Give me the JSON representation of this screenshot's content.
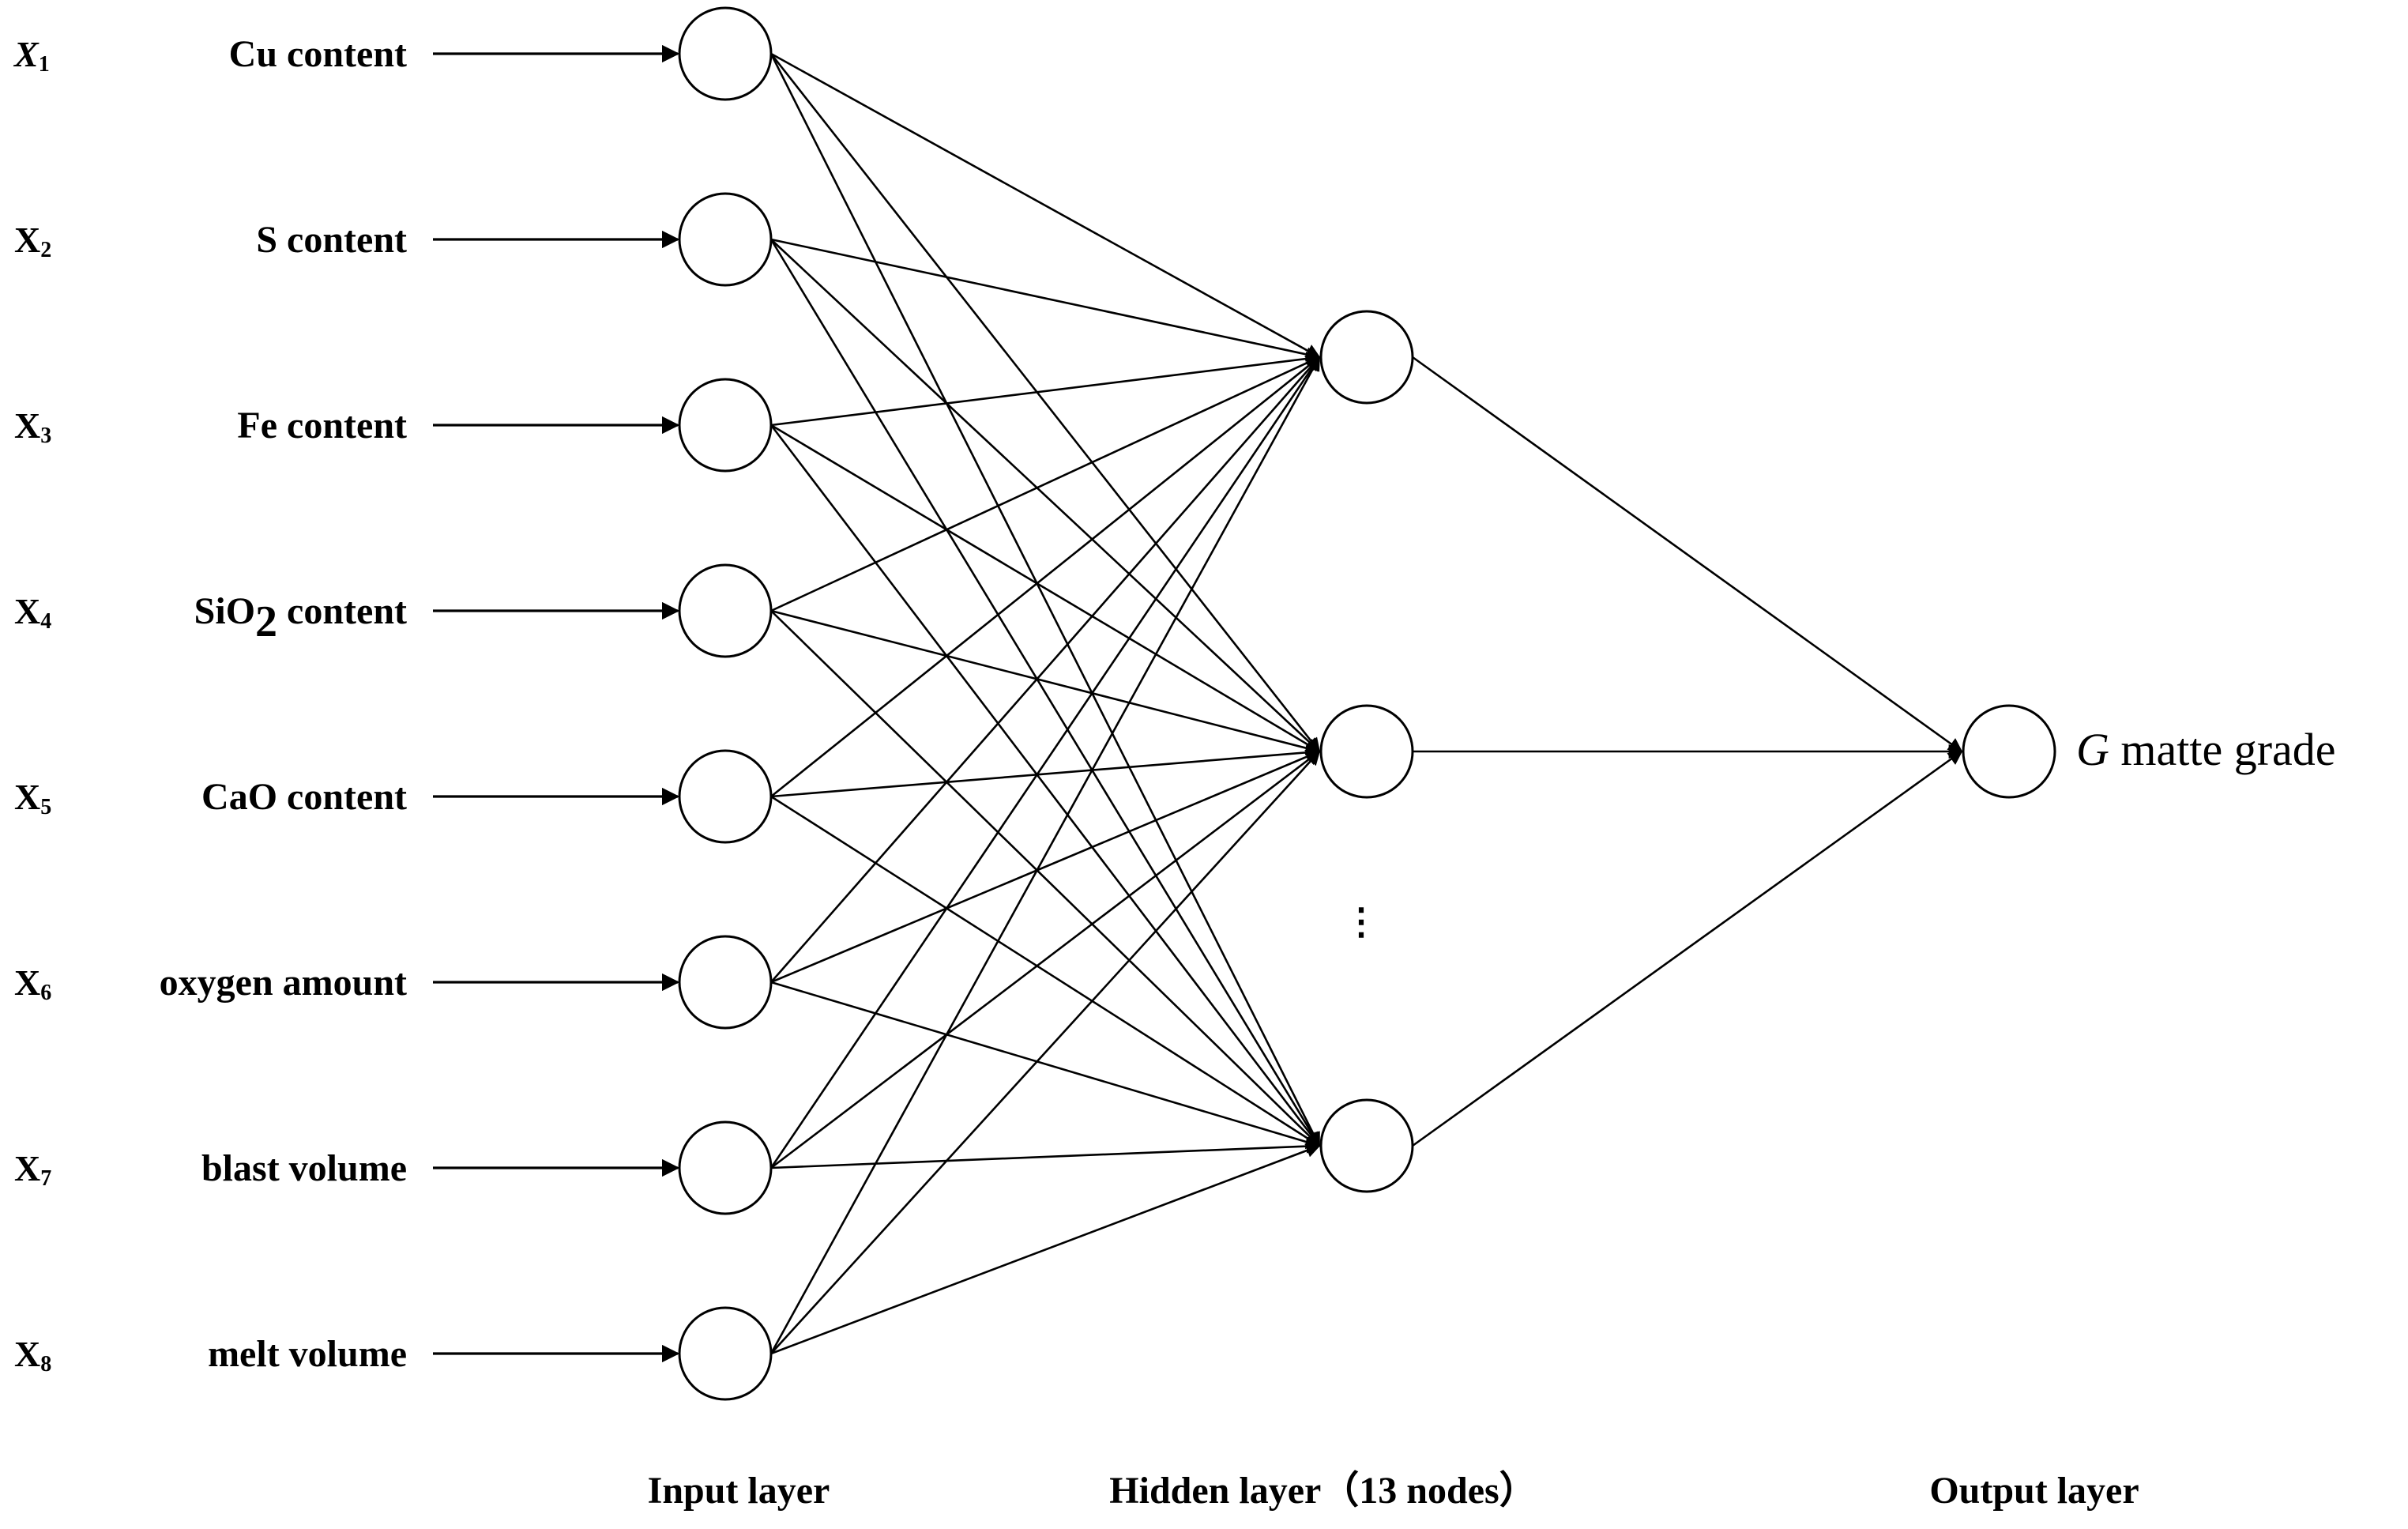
{
  "inputs": [
    {
      "var": "X",
      "index": "1",
      "feature": "Cu content",
      "var_italic": true
    },
    {
      "var": "X",
      "index": "2",
      "feature": "S content"
    },
    {
      "var": "X",
      "index": "3",
      "feature": "Fe content"
    },
    {
      "var": "X",
      "index": "4",
      "feature_main": "SiO",
      "feature_sub": "2",
      "feature_rest": " content"
    },
    {
      "var": "X",
      "index": "5",
      "feature": "CaO content"
    },
    {
      "var": "X",
      "index": "6",
      "feature": "oxygen amount"
    },
    {
      "var": "X",
      "index": "7",
      "feature": "blast volume"
    },
    {
      "var": "X",
      "index": "8",
      "feature": "melt volume"
    }
  ],
  "hidden": {
    "shown_nodes": 3,
    "ellipsis": "⋮"
  },
  "output": {
    "symbol": "G",
    "label": " matte grade"
  },
  "layers": {
    "input": "Input layer",
    "hidden": "Hidden layer（13 nodes）",
    "output": "Output layer"
  },
  "colors": {
    "line": "#000000",
    "node_fill": "#ffffff",
    "background": "#ffffff"
  }
}
